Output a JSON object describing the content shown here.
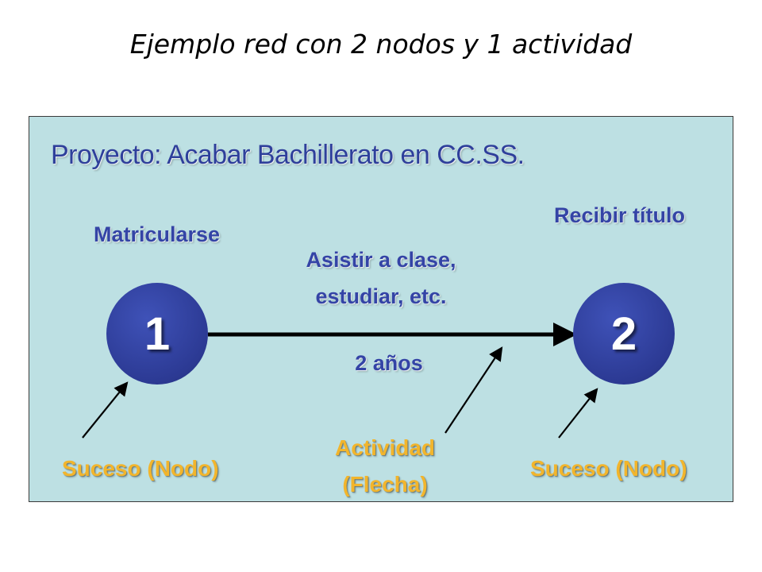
{
  "title": "Ejemplo red con 2 nodos y 1 actividad",
  "project": "Proyecto: Acabar Bachillerato en CC.SS.",
  "node1": {
    "label": "1",
    "event": "Matricularse"
  },
  "node2": {
    "label": "2",
    "event": "Recibir título"
  },
  "activity": {
    "line1": "Asistir a clase,",
    "line2": "estudiar, etc.",
    "duration": "2 años"
  },
  "legend": {
    "node_left": "Suceso (Nodo)",
    "activity_line1": "Actividad",
    "activity_line2": "(Flecha)",
    "node_right": "Suceso (Nodo)"
  },
  "colors": {
    "panel": "#bde0e3",
    "node": "#2c3a94",
    "blue_text": "#3444a6",
    "orange_text": "#f2b52c"
  }
}
